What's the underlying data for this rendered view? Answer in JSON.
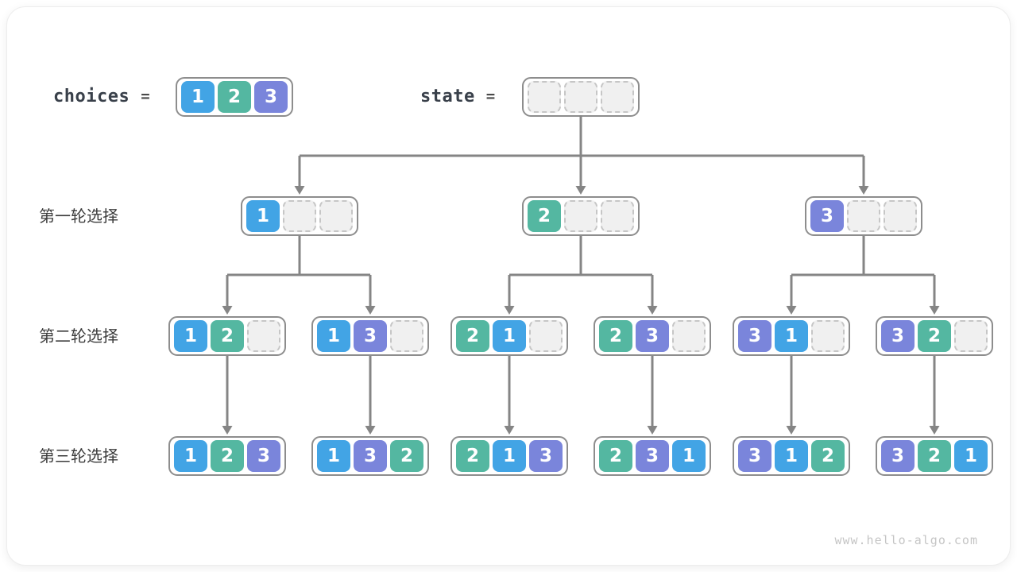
{
  "header": {
    "choices_label": "choices",
    "choices_equals": "=",
    "choices_values": [
      1,
      2,
      3
    ],
    "state_label": "state",
    "state_equals": "=",
    "state_slot_count": 3
  },
  "rows": [
    {
      "label": "第一轮选择"
    },
    {
      "label": "第二轮选择"
    },
    {
      "label": "第三轮选择"
    }
  ],
  "tree": {
    "level1": [
      {
        "cells": [
          1,
          null,
          null
        ]
      },
      {
        "cells": [
          2,
          null,
          null
        ]
      },
      {
        "cells": [
          3,
          null,
          null
        ]
      }
    ],
    "level2": [
      {
        "cells": [
          1,
          2,
          null
        ]
      },
      {
        "cells": [
          1,
          3,
          null
        ]
      },
      {
        "cells": [
          2,
          1,
          null
        ]
      },
      {
        "cells": [
          2,
          3,
          null
        ]
      },
      {
        "cells": [
          3,
          1,
          null
        ]
      },
      {
        "cells": [
          3,
          2,
          null
        ]
      }
    ],
    "level3": [
      {
        "cells": [
          1,
          2,
          3
        ]
      },
      {
        "cells": [
          1,
          3,
          2
        ]
      },
      {
        "cells": [
          2,
          1,
          3
        ]
      },
      {
        "cells": [
          2,
          3,
          1
        ]
      },
      {
        "cells": [
          3,
          1,
          2
        ]
      },
      {
        "cells": [
          3,
          2,
          1
        ]
      }
    ]
  },
  "colors": {
    "value_1": "#42a4e5",
    "value_2": "#54b7a1",
    "value_3": "#7a85db",
    "empty_fill": "#f0f0f0",
    "empty_border": "#c6c6c6",
    "node_border": "#8d8d8d",
    "arrow": "#858585"
  },
  "watermark": "www.hello-algo.com"
}
